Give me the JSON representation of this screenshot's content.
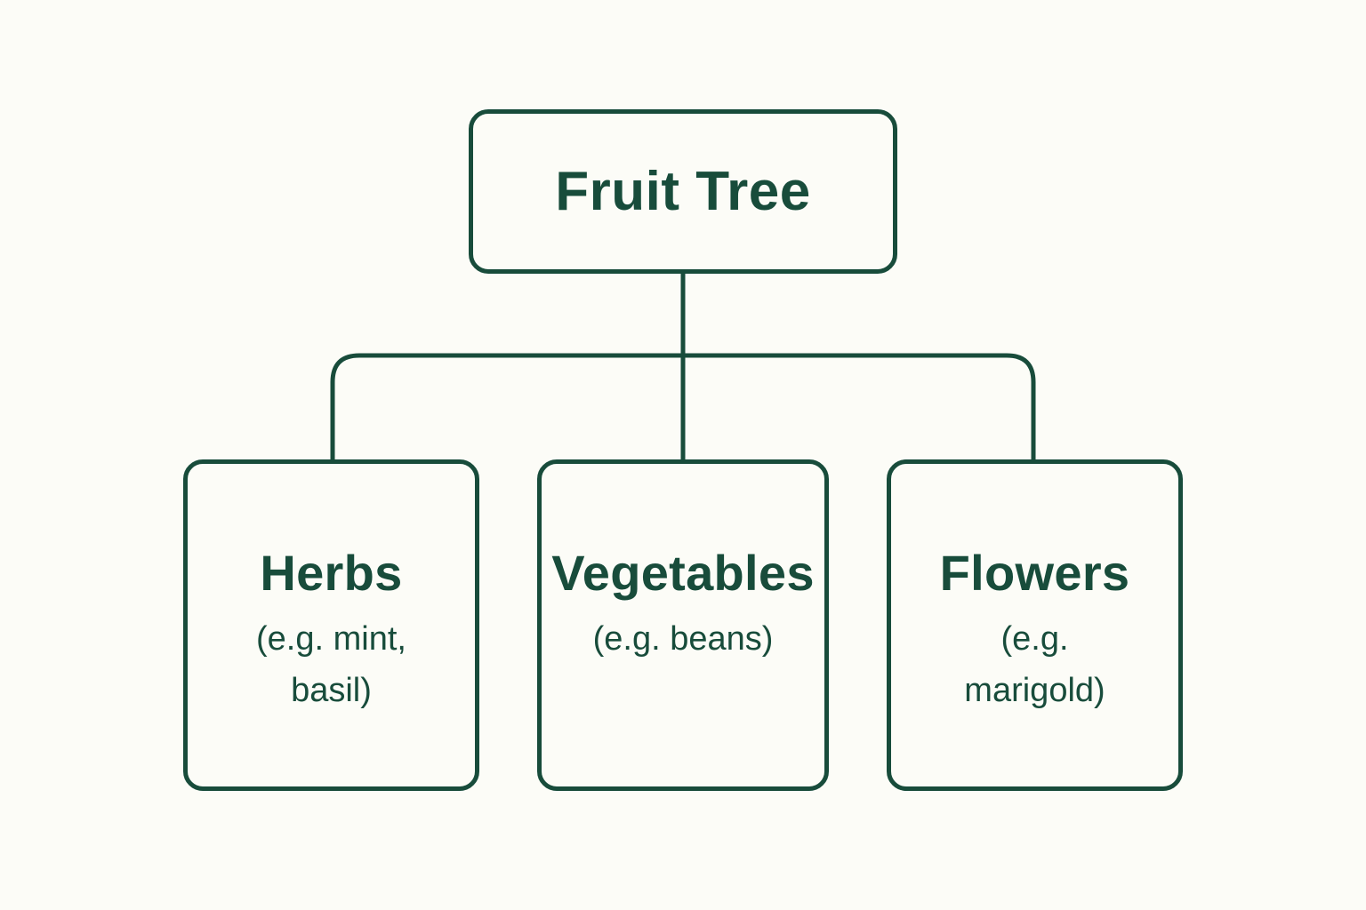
{
  "diagram": {
    "root": {
      "label": "Fruit Tree"
    },
    "children": [
      {
        "label": "Herbs",
        "example": "(e.g. mint, basil)"
      },
      {
        "label": "Vegetables",
        "example": "(e.g. beans)"
      },
      {
        "label": "Flowers",
        "example": "(e.g. marigold)"
      }
    ]
  },
  "colors": {
    "line": "#184c3b",
    "text": "#184c3b",
    "background": "#fcfcf7"
  }
}
